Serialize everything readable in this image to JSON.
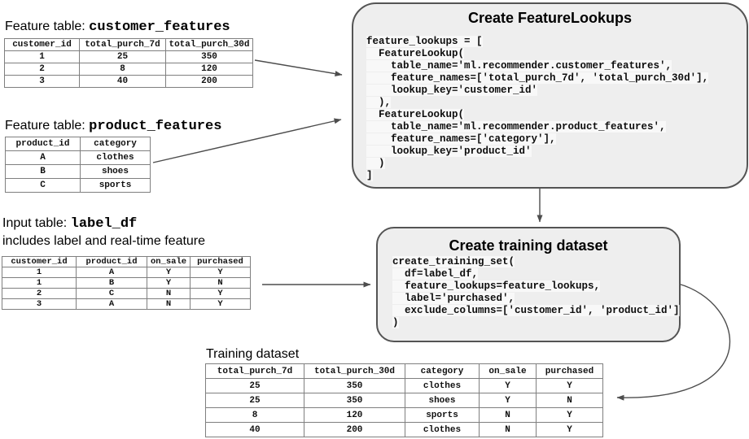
{
  "tables": {
    "customer_features": {
      "title_prefix": "Feature table: ",
      "title_code": "customer_features",
      "headers": [
        "customer_id",
        "total_purch_7d",
        "total_purch_30d"
      ],
      "rows": [
        [
          "1",
          "25",
          "350"
        ],
        [
          "2",
          "8",
          "120"
        ],
        [
          "3",
          "40",
          "200"
        ]
      ]
    },
    "product_features": {
      "title_prefix": "Feature table: ",
      "title_code": "product_features",
      "headers": [
        "product_id",
        "category"
      ],
      "rows": [
        [
          "A",
          "clothes"
        ],
        [
          "B",
          "shoes"
        ],
        [
          "C",
          "sports"
        ]
      ]
    },
    "label_df": {
      "title_prefix": "Input table: ",
      "title_code": "label_df",
      "subtitle": "includes label and real-time feature",
      "headers": [
        "customer_id",
        "product_id",
        "on_sale",
        "purchased"
      ],
      "rows": [
        [
          "1",
          "A",
          "Y",
          "Y"
        ],
        [
          "1",
          "B",
          "Y",
          "N"
        ],
        [
          "2",
          "C",
          "N",
          "Y"
        ],
        [
          "3",
          "A",
          "N",
          "Y"
        ]
      ]
    },
    "training_dataset": {
      "title": "Training dataset",
      "headers": [
        "total_purch_7d",
        "total_purch_30d",
        "category",
        "on_sale",
        "purchased"
      ],
      "rows": [
        [
          "25",
          "350",
          "clothes",
          "Y",
          "Y"
        ],
        [
          "25",
          "350",
          "shoes",
          "Y",
          "N"
        ],
        [
          "8",
          "120",
          "sports",
          "N",
          "Y"
        ],
        [
          "40",
          "200",
          "clothes",
          "N",
          "Y"
        ]
      ]
    }
  },
  "boxes": {
    "feature_lookups": {
      "title": "Create FeatureLookups",
      "code_lines": [
        "feature_lookups = [",
        "  FeatureLookup(",
        "    table_name='ml.recommender.customer_features',",
        "    feature_names=['total_purch_7d', 'total_purch_30d'],",
        "    lookup_key='customer_id'",
        "  ),",
        "  FeatureLookup(",
        "    table_name='ml.recommender.product_features',",
        "    feature_names=['category'],",
        "    lookup_key='product_id'",
        "  )",
        "]"
      ]
    },
    "training_set": {
      "title": "Create training dataset",
      "code_lines": [
        "create_training_set(",
        "  df=label_df,",
        "  feature_lookups=feature_lookups,",
        "  label='purchased',",
        "  exclude_columns=['customer_id', 'product_id']",
        ")"
      ]
    }
  },
  "colors": {
    "box_fill": "#eeeeee",
    "box_border": "#545454",
    "arrow": "#4d4d4d",
    "table_border": "#7f7f7f"
  }
}
